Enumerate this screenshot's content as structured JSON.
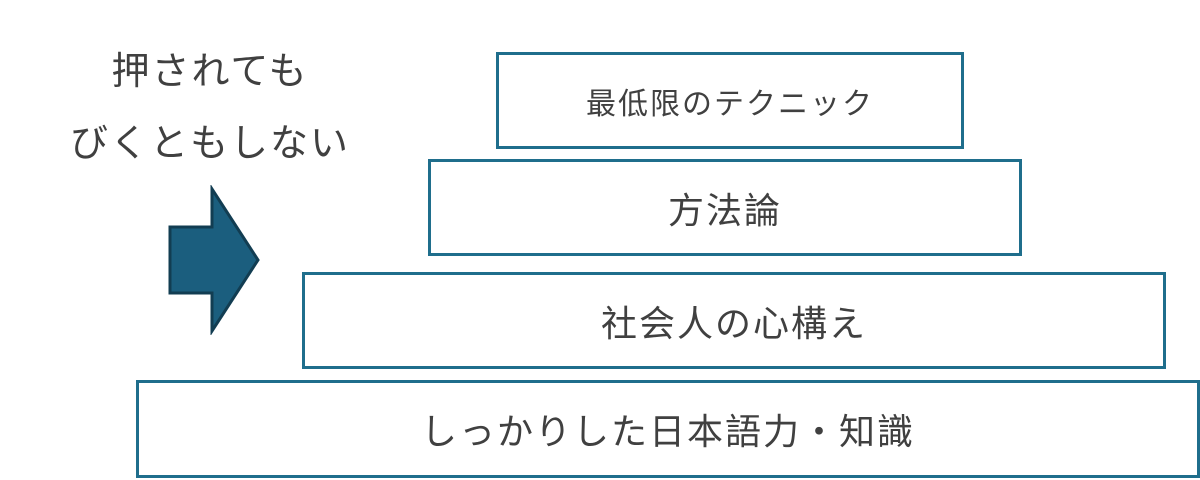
{
  "left_caption": {
    "line1": "押されても",
    "line2": "びくともしない"
  },
  "pyramid": {
    "tiers": [
      {
        "label": "最低限のテクニック"
      },
      {
        "label": "方法論"
      },
      {
        "label": "社会人の心構え"
      },
      {
        "label": "しっかりした日本語力・知識"
      }
    ]
  },
  "colors": {
    "border": "#1f6e8c",
    "arrow_fill": "#1b5e7e",
    "arrow_stroke": "#123d52",
    "text": "#404040"
  },
  "icons": {
    "arrow": "right-arrow-icon"
  }
}
